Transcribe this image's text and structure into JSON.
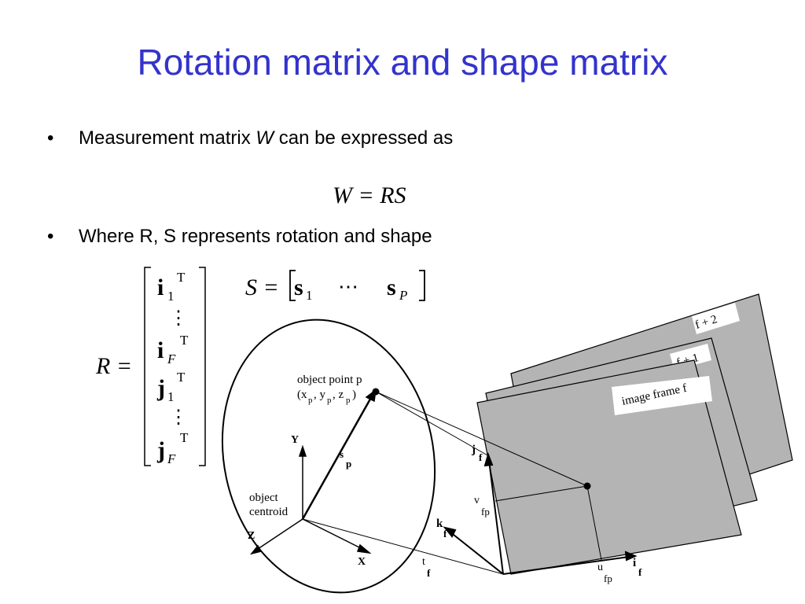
{
  "slide": {
    "title": "Rotation matrix and shape matrix",
    "bullet1_text": "Measurement matrix",
    "bullet1_var": "W",
    "bullet1_rest": "can be expressed as",
    "equation": "W = RS",
    "bullet2": "Where R, S represents rotation and shape"
  },
  "matrix_R": {
    "lhs": "R =",
    "rows": [
      {
        "sym": "i",
        "sub": "1",
        "sup": "T"
      },
      {
        "sym": "i",
        "sub": "F",
        "sup": "T"
      },
      {
        "sym": "j",
        "sub": "1",
        "sup": "T"
      },
      {
        "sym": "j",
        "sub": "F",
        "sup": "T"
      }
    ],
    "dots": "⋮"
  },
  "matrix_S": {
    "lhs": "S =",
    "first": "s",
    "first_sub": "1",
    "ellipsis": "⋯",
    "last": "s",
    "last_sub": "P"
  },
  "figure": {
    "object_point_label": "object point p",
    "object_point_coords": "(x",
    "coord_sub_p": "p",
    "coord_y": ", y",
    "coord_z": ", z",
    "coord_close": ")",
    "axis_y": "Y",
    "axis_x": "X",
    "axis_z": "Z",
    "centroid_line1": "object",
    "centroid_line2": "centroid",
    "sp": "s",
    "sp_sub": "p",
    "frame_f2": "f + 2",
    "frame_f1": "f + 1",
    "frame_f": "image frame f",
    "jf": "j",
    "jf_sub": "f",
    "vfp": "v",
    "vfp_sub": "fp",
    "kf": "k",
    "kf_sub": "f",
    "tf": "t",
    "tf_sub": "f",
    "ufp": "u",
    "ufp_sub": "fp",
    "if": "i",
    "if_sub": "f"
  }
}
